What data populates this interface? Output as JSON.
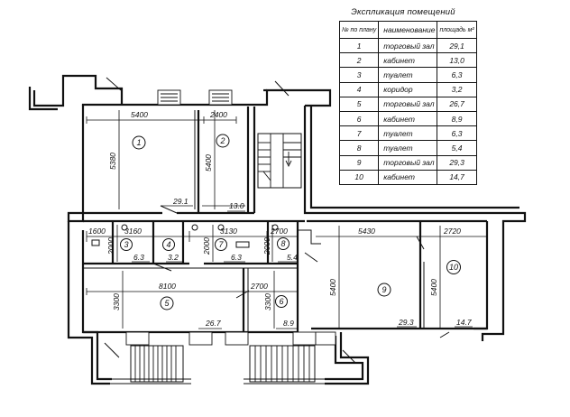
{
  "legend": {
    "title": "Экспликация помещений",
    "headers": {
      "num": "№ по плану",
      "name": "наименование",
      "area": "площадь м²"
    },
    "rows": [
      {
        "num": "1",
        "name": "торговый зал",
        "area": "29,1"
      },
      {
        "num": "2",
        "name": "кабинет",
        "area": "13,0"
      },
      {
        "num": "3",
        "name": "туалет",
        "area": "6,3"
      },
      {
        "num": "4",
        "name": "коридор",
        "area": "3,2"
      },
      {
        "num": "5",
        "name": "торговый зал",
        "area": "26,7"
      },
      {
        "num": "6",
        "name": "кабинет",
        "area": "8,9"
      },
      {
        "num": "7",
        "name": "туалет",
        "area": "6,3"
      },
      {
        "num": "8",
        "name": "туалет",
        "area": "5,4"
      },
      {
        "num": "9",
        "name": "торговый зал",
        "area": "29,3"
      },
      {
        "num": "10",
        "name": "кабинет",
        "area": "14,7"
      }
    ]
  },
  "plan": {
    "dimensions": {
      "d5400_top": "5400",
      "d2400_top": "2400",
      "d5380_v": "5380",
      "d5400_v2": "5400",
      "d1600": "1600",
      "d3160": "3160",
      "d3130": "3130",
      "d2700_mid": "2700",
      "d5430": "5430",
      "d2720": "2720",
      "d2000_a": "2000",
      "d2000_b": "2000",
      "d2000_c": "2000",
      "d8100": "8100",
      "d2700_low": "2700",
      "d3300_a": "3300",
      "d3300_b": "3300",
      "d5400_v9": "5400",
      "d5400_v10": "5400"
    },
    "room_numbers": {
      "r1": "1",
      "r2": "2",
      "r3": "3",
      "r4": "4",
      "r5": "5",
      "r6": "6",
      "r7": "7",
      "r8": "8",
      "r9": "9",
      "r10": "10"
    },
    "areas": {
      "a1": "29.1",
      "a2": "13.0",
      "a3": "6.3",
      "a4": "3.2",
      "a5": "26.7",
      "a6": "8.9",
      "a7": "6.3",
      "a8": "5.4",
      "a9": "29.3",
      "a10": "14.7"
    }
  }
}
